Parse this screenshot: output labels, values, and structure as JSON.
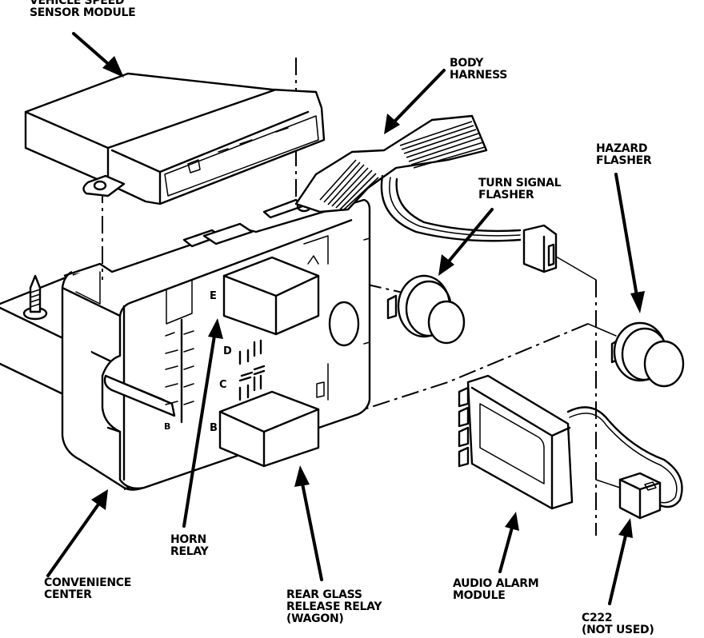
{
  "title": "Convenience center component locator",
  "labels": {
    "vehicle_speed_sensor_module": "VEHICLE SPEED\nSENSOR MODULE",
    "body_harness": "BODY\nHARNESS",
    "turn_signal_flasher": "TURN SIGNAL\nFLASHER",
    "hazard_flasher": "HAZARD\nFLASHER",
    "convenience_center": "CONVENIENCE\nCENTER",
    "horn_relay": "HORN\nRELAY",
    "rear_glass_release_relay": "REAR GLASS\nRELEASE RELAY\n(WAGON)",
    "audio_alarm_module": "AUDIO ALARM\nMODULE",
    "c222": "C222\n(NOT USED)"
  },
  "cavity_letters": {
    "e": "E",
    "d": "D",
    "c": "C",
    "b": "B",
    "b_small": "B"
  }
}
